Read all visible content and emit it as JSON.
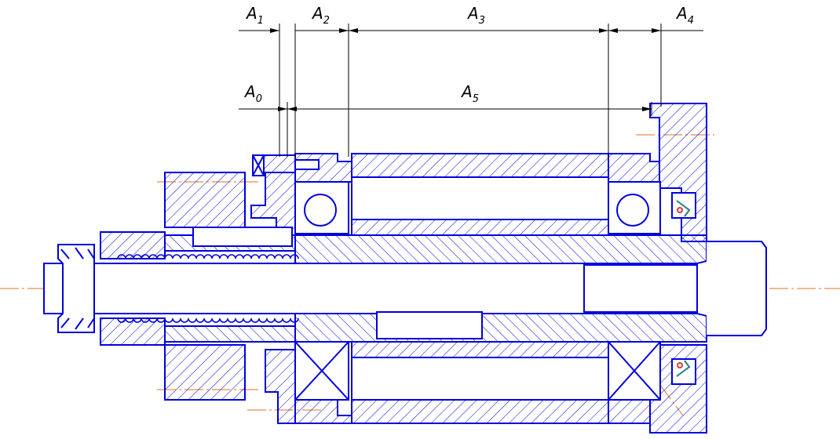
{
  "drawing": {
    "dimensions": [
      {
        "name": "A",
        "sub": "1"
      },
      {
        "name": "A",
        "sub": "2"
      },
      {
        "name": "A",
        "sub": "3"
      },
      {
        "name": "A",
        "sub": "4"
      },
      {
        "name": "A",
        "sub": "0"
      },
      {
        "name": "A",
        "sub": "5"
      }
    ],
    "colors": {
      "outline": "#0000dd",
      "centerline": "#e07020",
      "dimension": "#000000",
      "seal": "#208080",
      "spring": "#d04040"
    }
  }
}
